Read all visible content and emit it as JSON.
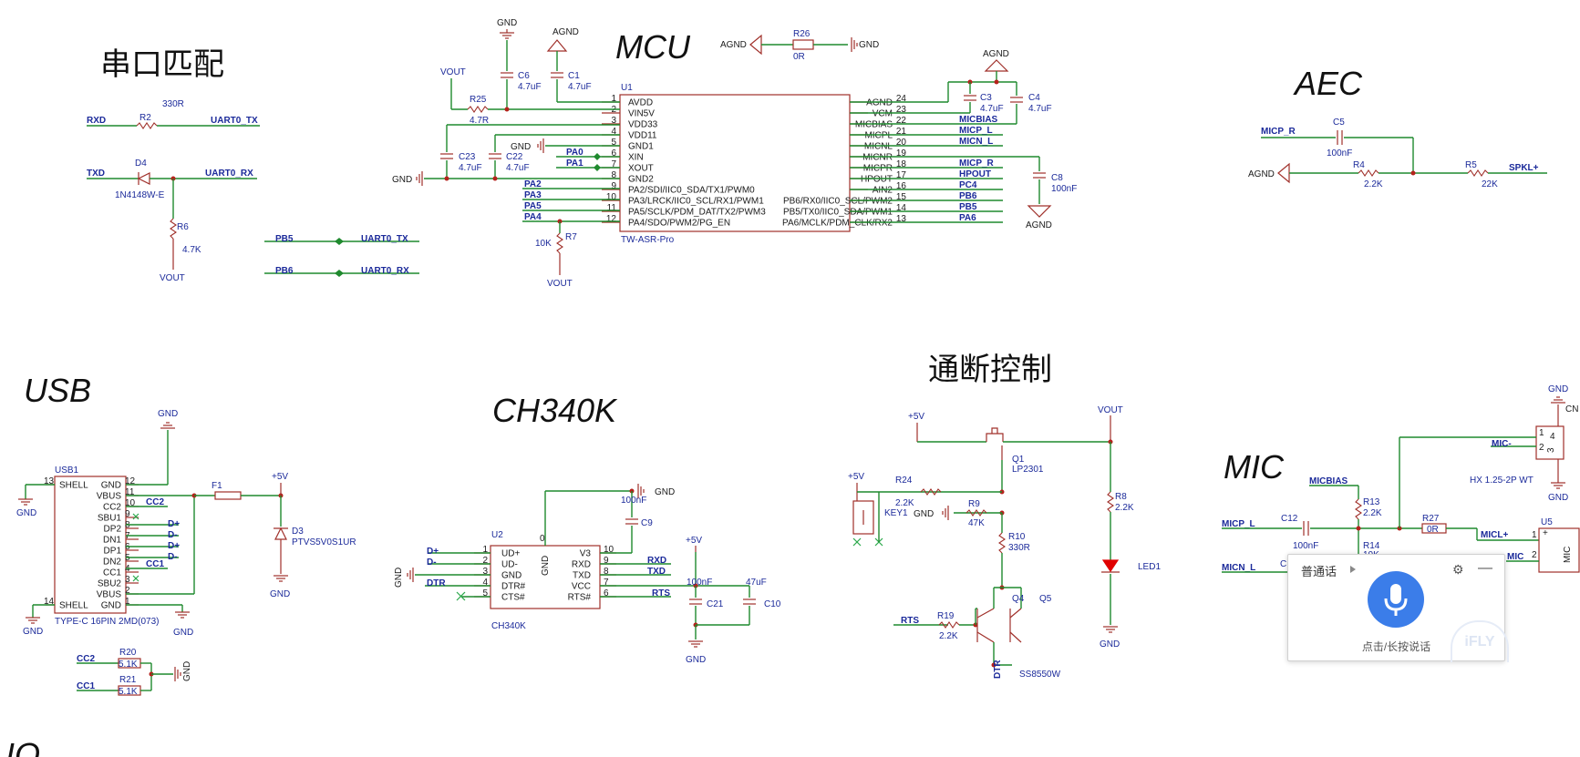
{
  "titles": {
    "serial": "串口匹配",
    "mcu": "MCU",
    "aec": "AEC",
    "usb": "USB",
    "ch340": "CH340K",
    "power": "通断控制",
    "mic": "MIC",
    "io": "IO"
  },
  "nets": {
    "gnd": "GND",
    "agnd": "AGND",
    "vout": "VOUT",
    "p5v": "+5V",
    "rxd": "RXD",
    "txd": "TXD",
    "uart0_tx": "UART0_TX",
    "uart0_rx": "UART0_RX",
    "pb5": "PB5",
    "pb6": "PB6",
    "pa0": "PA0",
    "pa1": "PA1",
    "pa2": "PA2",
    "pa3": "PA3",
    "pa4": "PA4",
    "pa5": "PA5",
    "pa6": "PA6",
    "pc4": "PC4",
    "micbias": "MICBIAS",
    "micp_l": "MICP_L",
    "micn_l": "MICN_L",
    "micp_r": "MICP_R",
    "hpout": "HPOUT",
    "spkl": "SPKL+",
    "micl": "MICL+",
    "micm": "MIC-",
    "cc1": "CC1",
    "cc2": "CC2",
    "dp": "D+",
    "dm": "D-",
    "dtr": "DTR",
    "rts": "RTS",
    "rxd2": "RXD",
    "txd2": "TXD"
  },
  "serial": {
    "r2_val": "330R",
    "r2": "R2",
    "d4": "D4",
    "d4_part": "1N4148W-E",
    "r6": "R6",
    "r6_val": "4.7K"
  },
  "mcu": {
    "u1": "U1",
    "part": "TW-ASR-Pro",
    "r25": "R25",
    "r25_val": "4.7R",
    "c6": "C6",
    "c6_val": "4.7uF",
    "c1": "C1",
    "c1_val": "4.7uF",
    "c23": "C23",
    "c23_val": "4.7uF",
    "c22": "C22",
    "c22_val": "4.7uF",
    "r7": "R7",
    "r7_val": "10K",
    "r26": "R26",
    "r26_val": "0R",
    "c3": "C3",
    "c3_val": "4.7uF",
    "c4": "C4",
    "c4_val": "4.7uF",
    "c8": "C8",
    "c8_val": "100nF",
    "left_pins": [
      {
        "num": "1",
        "name": "AVDD"
      },
      {
        "num": "2",
        "name": "VIN5V"
      },
      {
        "num": "3",
        "name": "VDD33"
      },
      {
        "num": "4",
        "name": "VDD11"
      },
      {
        "num": "5",
        "name": "GND1"
      },
      {
        "num": "6",
        "name": "XIN"
      },
      {
        "num": "7",
        "name": "XOUT"
      },
      {
        "num": "8",
        "name": "GND2"
      },
      {
        "num": "9",
        "name": "PA2/SDI/IIC0_SDA/TX1/PWM0"
      },
      {
        "num": "10",
        "name": "PA3/LRCK/IIC0_SCL/RX1/PWM1"
      },
      {
        "num": "11",
        "name": "PA5/SCLK/PDM_DAT/TX2/PWM3"
      },
      {
        "num": "12",
        "name": "PA4/SDO/PWM2/PG_EN"
      }
    ],
    "right_pins": [
      {
        "num": "24",
        "name": "AGND"
      },
      {
        "num": "23",
        "name": "VCM"
      },
      {
        "num": "22",
        "name": "MICBIAS"
      },
      {
        "num": "21",
        "name": "MICPL"
      },
      {
        "num": "20",
        "name": "MICNL"
      },
      {
        "num": "19",
        "name": "MICNR"
      },
      {
        "num": "18",
        "name": "MICPR"
      },
      {
        "num": "17",
        "name": "HPOUT"
      },
      {
        "num": "16",
        "name": "AIN2"
      },
      {
        "num": "15",
        "name": "PB6/RX0/IIC0_SCL/PWM2"
      },
      {
        "num": "14",
        "name": "PB5/TX0/IIC0_SDA/PWM1"
      },
      {
        "num": "13",
        "name": "PA6/MCLK/PDM_CLK/RX2"
      }
    ]
  },
  "aec": {
    "c5": "C5",
    "c5_val": "100nF",
    "r4": "R4",
    "r4_val": "2.2K",
    "r5": "R5",
    "r5_val": "22K"
  },
  "usb": {
    "usb1": "USB1",
    "part": "TYPE-C 16PIN 2MD(073)",
    "f1": "F1",
    "d3": "D3",
    "d3_part": "PTVS5V0S1UR",
    "r20": "R20",
    "r20_val": "5.1K",
    "r21": "R21",
    "r21_val": "5.1K",
    "left_pins": [
      {
        "num": "13",
        "name": "SHELL"
      },
      {
        "num": "14",
        "name": "SHELL"
      }
    ],
    "right_pins": [
      {
        "num": "12",
        "name": "GND"
      },
      {
        "num": "11",
        "name": "VBUS"
      },
      {
        "num": "10",
        "name": "CC2"
      },
      {
        "num": "9",
        "name": "SBU1"
      },
      {
        "num": "8",
        "name": "DP2"
      },
      {
        "num": "7",
        "name": "DN1"
      },
      {
        "num": "6",
        "name": "DP1"
      },
      {
        "num": "5",
        "name": "DN2"
      },
      {
        "num": "4",
        "name": "CC1"
      },
      {
        "num": "3",
        "name": "SBU2"
      },
      {
        "num": "2",
        "name": "VBUS"
      },
      {
        "num": "1",
        "name": "GND"
      }
    ]
  },
  "ch340": {
    "u2": "U2",
    "part": "CH340K",
    "c9": "C9",
    "c9_val": "100nF",
    "c21": "C21",
    "c21_val": "100nF",
    "c10": "C10",
    "c10_val": "47uF",
    "left_pins": [
      {
        "num": "1",
        "name": "UD+"
      },
      {
        "num": "2",
        "name": "UD-"
      },
      {
        "num": "3",
        "name": "GND"
      },
      {
        "num": "4",
        "name": "DTR#"
      },
      {
        "num": "5",
        "name": "CTS#"
      }
    ],
    "right_pins": [
      {
        "num": "10",
        "name": "V3"
      },
      {
        "num": "9",
        "name": "RXD"
      },
      {
        "num": "8",
        "name": "TXD"
      },
      {
        "num": "7",
        "name": "VCC"
      },
      {
        "num": "6",
        "name": "RTS#"
      }
    ],
    "top_pin": {
      "num": "0",
      "name": "GND"
    }
  },
  "power": {
    "q1": "Q1",
    "q1_part": "LP2301",
    "r24": "R24",
    "r24_val": "2.2K",
    "r9": "R9",
    "r9_val": "47K",
    "r10": "R10",
    "r10_val": "330R",
    "r8": "R8",
    "r8_val": "2.2K",
    "key1": "KEY1",
    "led1": "LED1",
    "r19": "R19",
    "r19_val": "2.2K",
    "q4": "Q4",
    "q5": "Q5",
    "q_part": "SS8550W"
  },
  "mic": {
    "c12": "C12",
    "c12_val": "100nF",
    "r13": "R13",
    "r13_val": "2.2K",
    "r14": "R14",
    "r14_val": "10K",
    "r27": "R27",
    "r27_val": "0R",
    "u5": "U5",
    "u5_name": "MIC",
    "cn": "CN",
    "hx": "HX 1.25-2P WT",
    "ni_pfx": "C",
    "mic_partial": "MIC"
  },
  "voice_panel": {
    "mode": "普通话",
    "hint": "点击/长按说话",
    "watermark": "iFLY",
    "mic_icon": "microphone-icon",
    "settings_icon": "gear-icon",
    "minimize_icon": "minimize-icon",
    "accent": "#3b7de9"
  }
}
